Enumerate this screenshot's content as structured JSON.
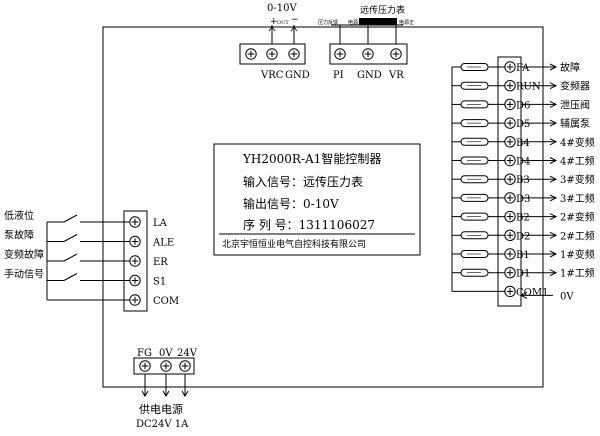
{
  "top_signal": {
    "range": "0-10V",
    "out_label": "OUT",
    "plus": "+",
    "minus": "−"
  },
  "remote_gauge": {
    "title": "远传压力表",
    "left_label": "压力反馈",
    "middle_label": "电源负",
    "right_label": "电源正"
  },
  "top_terminals": {
    "vrc_labels": [
      "VRC",
      "GND"
    ],
    "pi_labels": [
      "PI",
      "GND",
      "VR"
    ]
  },
  "center_box": {
    "model": "YH2000R-A1智能控制器",
    "input_signal": "输入信号：远传压力表",
    "output_signal": "输出信号：0-10V",
    "serial": "序 列 号：1311106027",
    "company": "北京宇恒恒业电气自控科技有限公司"
  },
  "left_inputs": [
    {
      "terminal": "LA",
      "desc": "低液位"
    },
    {
      "terminal": "ALE",
      "desc": "泵故障"
    },
    {
      "terminal": "ER",
      "desc": "变频故障"
    },
    {
      "terminal": "S1",
      "desc": "手动信号"
    },
    {
      "terminal": "COM",
      "desc": ""
    }
  ],
  "right_outputs": [
    {
      "terminal": "FA",
      "desc": "故障"
    },
    {
      "terminal": "RUN",
      "desc": "变频器"
    },
    {
      "terminal": "D6",
      "desc": "泄压阀"
    },
    {
      "terminal": "D5",
      "desc": "辅属泵"
    },
    {
      "terminal": "B4",
      "desc": "4#变频"
    },
    {
      "terminal": "D4",
      "desc": "4#工频"
    },
    {
      "terminal": "B3",
      "desc": "3#变频"
    },
    {
      "terminal": "D3",
      "desc": "3#工频"
    },
    {
      "terminal": "B2",
      "desc": "2#变频"
    },
    {
      "terminal": "D2",
      "desc": "2#工频"
    },
    {
      "terminal": "B1",
      "desc": "1#变频"
    },
    {
      "terminal": "D1",
      "desc": "1#工频"
    },
    {
      "terminal": "COM1",
      "desc": "0V"
    }
  ],
  "power": {
    "labels": [
      "FG",
      "0V",
      "24V"
    ],
    "caption": "供电电源",
    "spec": "DC24V  1A"
  }
}
